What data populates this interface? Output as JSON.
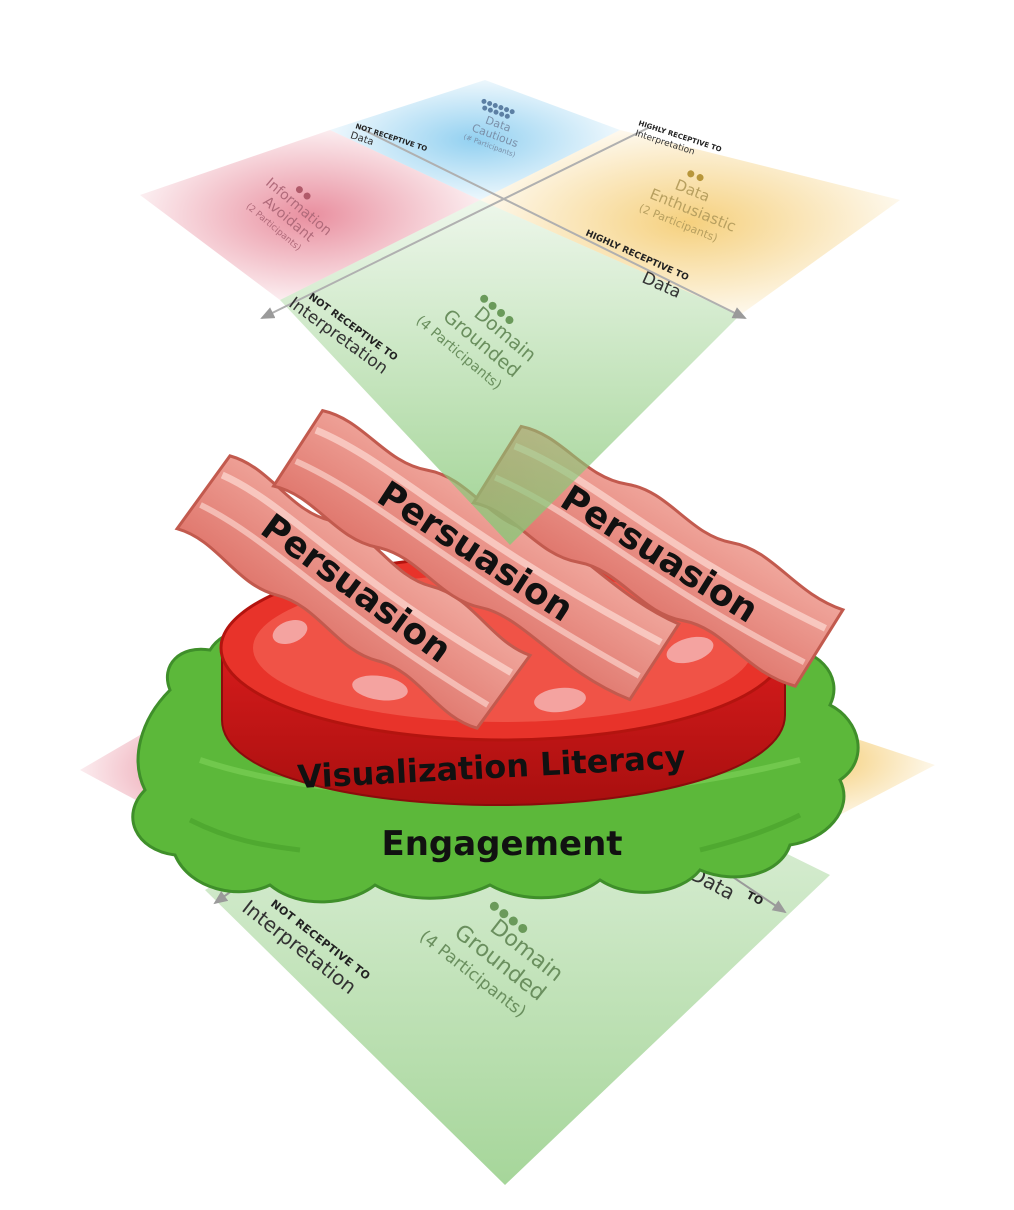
{
  "top_layer": {
    "quadrants": [
      {
        "id": "cautious",
        "name": "Data Cautious",
        "name_lines": [
          "Data",
          "Cautious"
        ],
        "count": "(# Participants)",
        "color": "#7fc8ee"
      },
      {
        "id": "avoidant",
        "name": "Information Avoidant",
        "name_lines": [
          "Information",
          "Avoidant"
        ],
        "count": "(2 Participants)",
        "color": "#e57b8e"
      },
      {
        "id": "enthusiastic",
        "name": "Data Enthusiastic",
        "name_lines": [
          "Data",
          "Enthusiastic"
        ],
        "count": "(2 Participants)",
        "color": "#f4c867"
      },
      {
        "id": "grounded",
        "name": "Domain Grounded",
        "name_lines": [
          "Domain",
          "Grounded"
        ],
        "count": "(4 Participants)",
        "color": "#88c878"
      }
    ],
    "axes": {
      "top_left_prefix": "NOT RECEPTIVE TO",
      "top_left_word": "Data",
      "top_right_prefix": "HIGHLY RECEPTIVE TO",
      "top_right_word": "Interpretation",
      "right_prefix": "HIGHLY RECEPTIVE TO",
      "right_word": "Data",
      "left_prefix": "NOT RECEPTIVE TO",
      "left_word": "Interpretation"
    }
  },
  "bottom_layer": {
    "grounded_lines": [
      "Domain",
      "Grounded"
    ],
    "grounded_count": "(4 Participants)",
    "left_prefix": "NOT RECEPTIVE TO",
    "left_word": "Interpretation",
    "right_word": "Data",
    "right_suffix": "TO"
  },
  "sandwich": {
    "bacon_labels": [
      "Persuasion",
      "Persuasion",
      "Persuasion"
    ],
    "tomato_label": "Visualization Literacy",
    "lettuce_label": "Engagement"
  },
  "colors": {
    "pink": "#e57b8e",
    "blue": "#7fc8ee",
    "yellow": "#f4c867",
    "green": "#88c878",
    "bacon": "#e88a80",
    "tomato": "#e02424",
    "lettuce": "#5cb83a"
  }
}
